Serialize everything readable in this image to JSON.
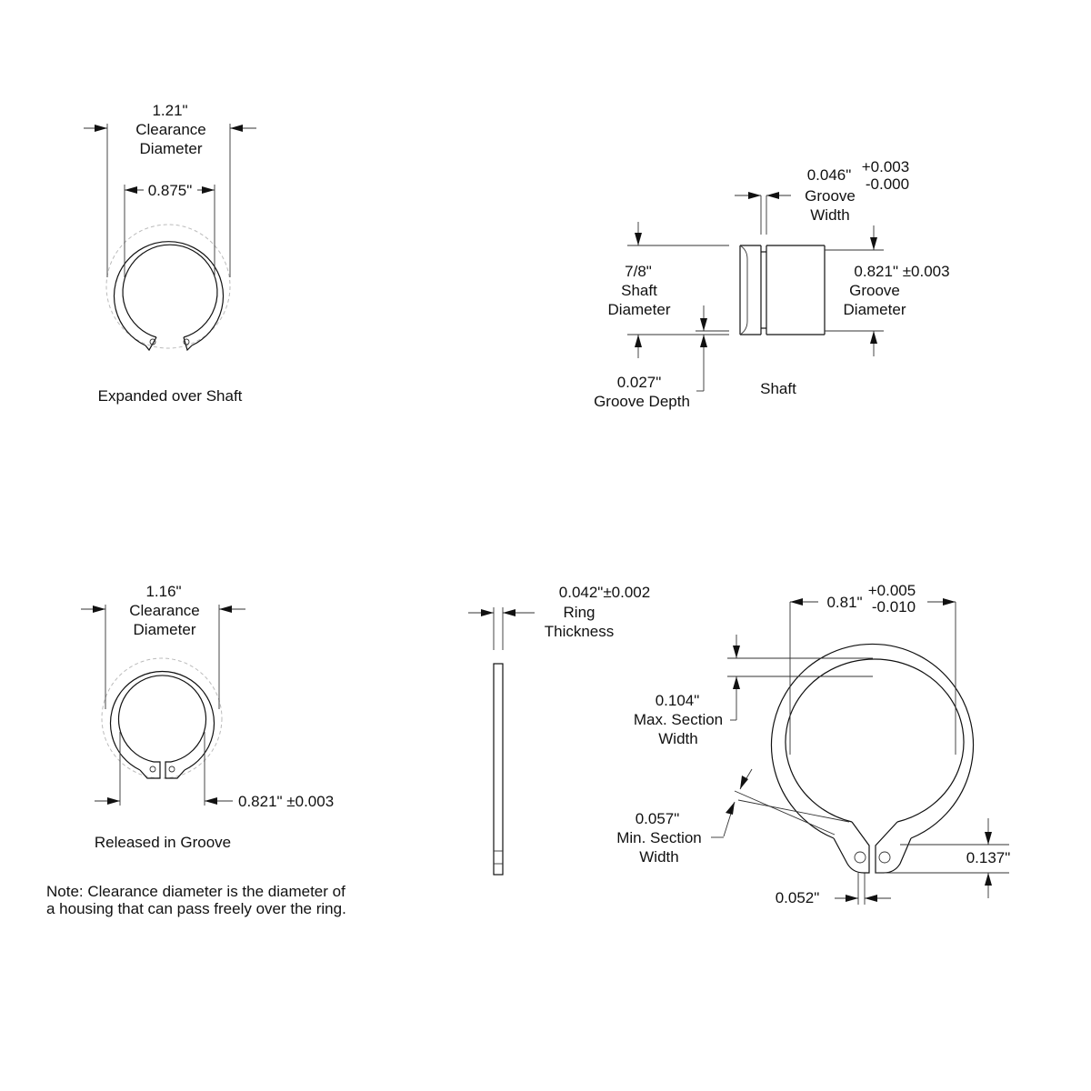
{
  "expanded": {
    "clearance_value": "1.21\"",
    "clearance_word": "Clearance",
    "diameter_word": "Diameter",
    "inner_value": "0.875\"",
    "caption": "Expanded over Shaft"
  },
  "shaft": {
    "groove_width_value": "0.046\"",
    "groove_width_tol_plus": "+0.003",
    "groove_width_tol_minus": "-0.000",
    "groove_word": "Groove",
    "width_word": "Width",
    "shaft_diameter_value": "7/8\"",
    "shaft_word": "Shaft",
    "diameter_word": "Diameter",
    "groove_diameter_value": "0.821\" ±0.003",
    "groove_diameter_word1": "Groove",
    "groove_diameter_word2": "Diameter",
    "groove_depth_value": "0.027\"",
    "groove_depth_label": "Groove Depth",
    "caption": "Shaft"
  },
  "released": {
    "clearance_value": "1.16\"",
    "clearance_word": "Clearance",
    "diameter_word": "Diameter",
    "groove_value": "0.821\" ±0.003",
    "caption": "Released in Groove"
  },
  "thickness": {
    "value": "0.042\"±0.002",
    "word1": "Ring",
    "word2": "Thickness"
  },
  "ring_detail": {
    "free_diameter_value": "0.81\"",
    "free_tol_plus": "+0.005",
    "free_tol_minus": "-0.010",
    "max_section_value": "0.104\"",
    "max_section_word1": "Max. Section",
    "max_section_word2": "Width",
    "min_section_value": "0.057\"",
    "min_section_word1": "Min. Section",
    "min_section_word2": "Width",
    "lug_height_value": "0.137\"",
    "gap_value": "0.052\""
  },
  "note": {
    "line1": "Note: Clearance diameter is the diameter of",
    "line2": "a housing that can pass freely over the ring."
  }
}
